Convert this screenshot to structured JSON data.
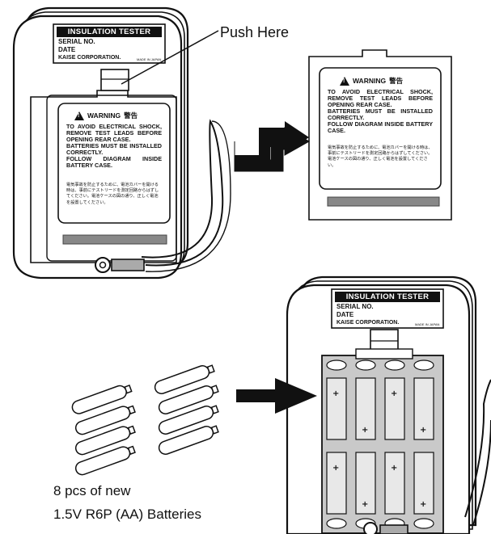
{
  "callout": {
    "push_here": "Push Here"
  },
  "device_label": {
    "title": "INSULATION  TESTER",
    "serial": "SERIAL NO.",
    "date": "DATE",
    "maker": "KAISE CORPORATION.",
    "made_in": "MADE IN JAPAN"
  },
  "warning": {
    "heading": "WARNING",
    "heading_jp": "警告",
    "body_en": "TO AVOID ELECTRICAL SHOCK, REMOVE TEST LEADS BEFORE OPENING REAR CASE.\nBATTERIES MUST BE INSTALLED CORRECTLY.\nFOLLOW DIAGRAM INSIDE BATTERY CASE.",
    "body_jp": "電気事故を防止するために、電池カバーを開ける時は、事前にテストリードを測定回路からはずしてください。電池ケースの図の通り、正しく電池を設置してください。"
  },
  "batteries": {
    "count_line": "8 pcs of new",
    "type_line": "1.5V R6P (AA) Batteries",
    "count": 8
  },
  "icons": [
    "warning-triangle-icon",
    "step-arrow-icon",
    "right-arrow-icon",
    "battery-icon"
  ]
}
